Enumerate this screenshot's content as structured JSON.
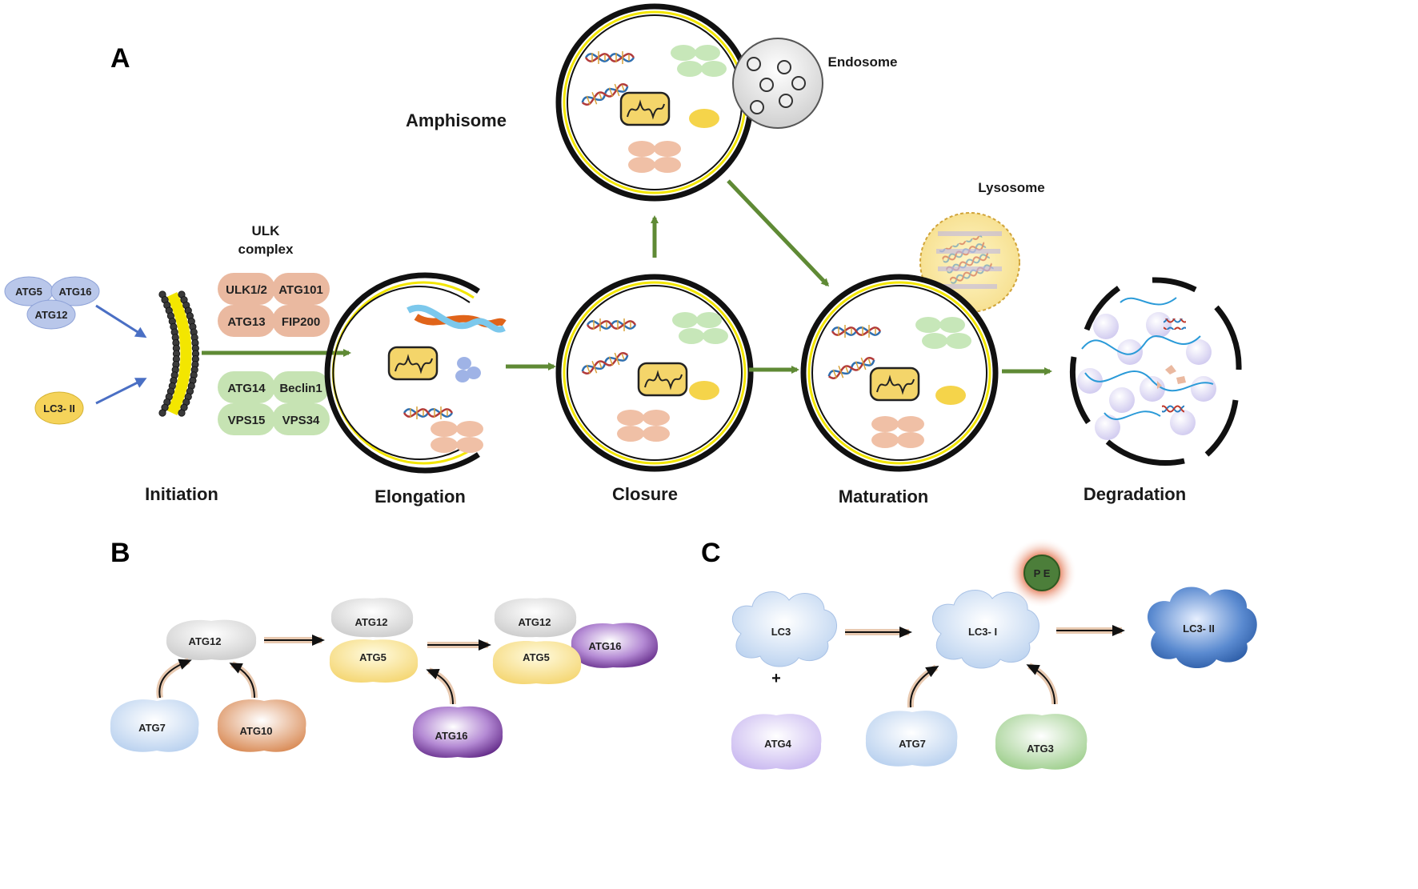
{
  "panels": {
    "a": "A",
    "b": "B",
    "c": "C"
  },
  "stages": {
    "initiation": "Initiation",
    "elongation": "Elongation",
    "closure": "Closure",
    "maturation": "Maturation",
    "degradation": "Degradation",
    "amphisome": "Amphisome",
    "endosome": "Endosome",
    "lysosome": "Lysosome"
  },
  "ulk": {
    "title_line1": "ULK",
    "title_line2": "complex",
    "proteins": [
      "ULK1/2",
      "ATG101",
      "ATG13",
      "FIP200"
    ]
  },
  "pi3k": {
    "proteins": [
      "ATG14",
      "Beclin1",
      "VPS15",
      "VPS34"
    ]
  },
  "initiation_inputs": {
    "atg5": "ATG5",
    "atg16": "ATG16",
    "atg12": "ATG12",
    "lc3": "LC3- II"
  },
  "panel_b": {
    "atg12": "ATG12",
    "atg7": "ATG7",
    "atg10": "ATG10",
    "atg5": "ATG5",
    "atg16": "ATG16"
  },
  "panel_c": {
    "lc3": "LC3",
    "plus": "+",
    "atg4": "ATG4",
    "lc3_i": "LC3- I",
    "pe": "P E",
    "atg7": "ATG7",
    "atg3": "ATG3",
    "lc3_ii": "LC3- II"
  },
  "colors": {
    "arrow_green": "#5f8a35",
    "arrow_blue": "#4a6fc4",
    "membrane_yellow": "#f3e600",
    "ulk_peach": "#eab9a0",
    "pi3k_green": "#c6e3b3",
    "lavender": "#b9c7ea",
    "atg16_purple": "#7a3fa3"
  }
}
